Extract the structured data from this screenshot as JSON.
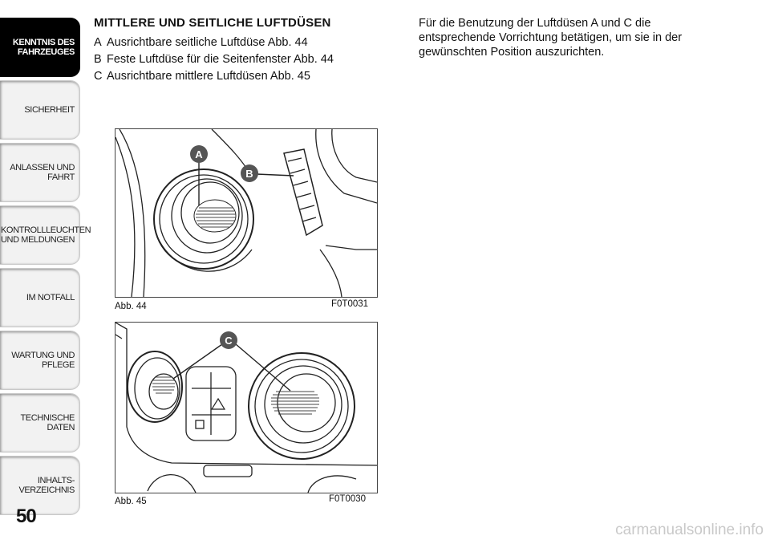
{
  "sidebar": {
    "tabs": [
      {
        "label": "KENNTNIS DES FAHRZEUGES",
        "active": true
      },
      {
        "label": "SICHERHEIT",
        "active": false
      },
      {
        "label": "ANLASSEN UND FAHRT",
        "active": false
      },
      {
        "label": "KONTROLLLEUCHTEN UND MELDUNGEN",
        "active": false
      },
      {
        "label": "IM NOTFALL",
        "active": false
      },
      {
        "label": "WARTUNG UND PFLEGE",
        "active": false
      },
      {
        "label": "TECHNISCHE DATEN",
        "active": false
      },
      {
        "label": "INHALTS- VERZEICHNIS",
        "active": false
      }
    ]
  },
  "page_number": "50",
  "section": {
    "heading": "MITTLERE UND SEITLICHE LUFTDÜSEN",
    "items": [
      {
        "key": "A",
        "text": "Ausrichtbare seitliche Luftdüse Abb. 44"
      },
      {
        "key": "B",
        "text": "Feste Luftdüse für die Seitenfenster Abb. 44"
      },
      {
        "key": "C",
        "text": "Ausrichtbare mittlere Luftdüsen Abb. 45"
      }
    ],
    "body": "Für die Benutzung der Luftdüsen A und C die entsprechende Vorrichtung betätigen, um sie in der gewünschten Position auszurichten."
  },
  "figures": [
    {
      "caption": "Abb. 44",
      "code": "F0T0031",
      "labels": [
        "A",
        "B"
      ]
    },
    {
      "caption": "Abb. 45",
      "code": "F0T0030",
      "labels": [
        "C"
      ]
    }
  ],
  "watermark": "carmanualsonline.info",
  "colors": {
    "tab_active": "#000000",
    "tab_bg": "#f2f2f2",
    "label_fill": "#555555"
  }
}
